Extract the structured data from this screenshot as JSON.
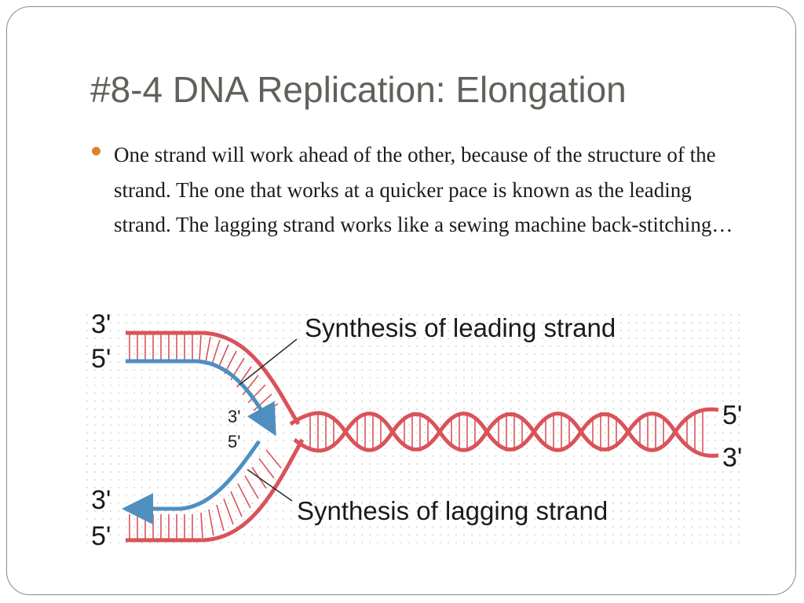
{
  "slide": {
    "title": "#8-4 DNA Replication: Elongation",
    "bullet": "One strand will work ahead of the other, because of the structure of the strand. The one that works at a quicker pace is known as the leading strand. The lagging strand works like a sewing machine back-stitching…"
  },
  "diagram": {
    "leading_label": "Synthesis of leading strand",
    "lagging_label": "Synthesis of lagging strand",
    "left_top_3": "3'",
    "left_top_5": "5'",
    "mid_3": "3'",
    "mid_5": "5'",
    "left_bottom_3": "3'",
    "left_bottom_5": "5'",
    "right_5": "5'",
    "right_3": "3'"
  },
  "colors": {
    "parent_strand": "#d9535a",
    "new_strand": "#4f8fc0",
    "bullet": "#e0822c"
  }
}
